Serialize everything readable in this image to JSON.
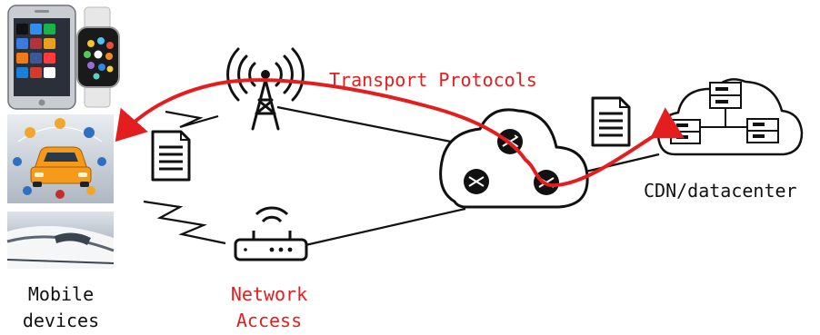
{
  "labels": {
    "transport": "Transport Protocols",
    "cdn": "CDN/datacenter",
    "mobile_line1": "Mobile",
    "mobile_line2": "devices",
    "network_line1": "Network",
    "network_line2": "Access"
  },
  "colors": {
    "accent_red": "#e41e1e",
    "line_black": "#111111",
    "car_orange": "#f59a1a",
    "phone_screen": "#2a2f3a",
    "train_sky": "#c9d2db"
  },
  "icons": [
    "smartphone-icon",
    "smartwatch-icon",
    "connected-car-icon",
    "high-speed-train-icon",
    "cell-tower-icon",
    "wifi-router-icon",
    "cloud-icon",
    "switch-icon",
    "server-icon",
    "document-icon"
  ]
}
